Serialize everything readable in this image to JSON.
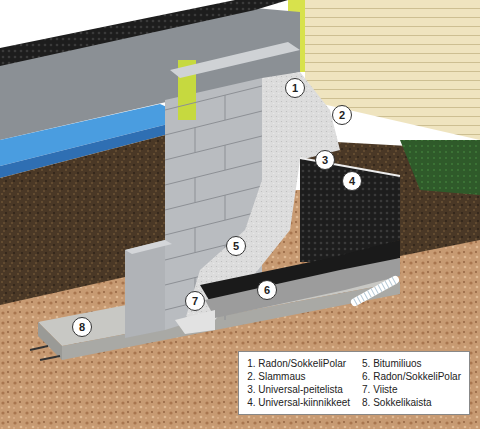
{
  "diagram": {
    "nodes": [
      {
        "text": [
          "1"
        ]
      },
      {
        "text": [
          "2"
        ]
      },
      {
        "text": [
          "3"
        ]
      },
      {
        "text": [
          "4"
        ]
      },
      {
        "text": [
          "5"
        ]
      },
      {
        "text": [
          "6"
        ]
      },
      {
        "text": [
          "7"
        ]
      },
      {
        "text": [
          "8"
        ]
      },
      {
        "text": [
          "1. Radon/SokkeliPolar",
          "2. Slammaus",
          "3. Universal-peitelista",
          "4. Universal-kiinnikkeet",
          "5. Bitumiliuos",
          "6. Radon/SokkeliPolar",
          "7. Viiste",
          "8. Sokkelikaista"
        ]
      }
    ]
  }
}
